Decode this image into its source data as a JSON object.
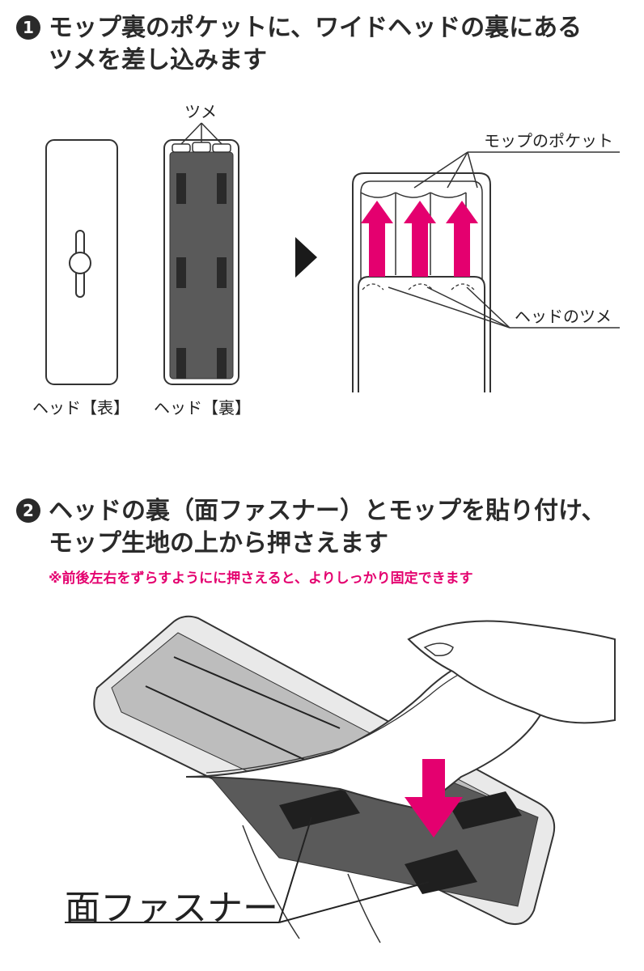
{
  "step1": {
    "number": "1",
    "line1": "モップ裏のポケットに、ワイドヘッドの裏にある",
    "line2": "ツメを差し込みます",
    "labels": {
      "tsume": "ツメ",
      "head_front": "ヘッド【表】",
      "head_back": "ヘッド【裏】",
      "mop_pocket": "モップのポケット",
      "head_tsume": "ヘッドのツメ"
    }
  },
  "step2": {
    "number": "2",
    "line1": "ヘッドの裏（面ファスナー）とモップを貼り付け、",
    "line2": "モップ生地の上から押さえます",
    "note": "※前後左右をずらすようにに押さえると、よりしっかり固定できます",
    "labels": {
      "fastener": "面ファスナー"
    }
  },
  "colors": {
    "accent": "#e4006f",
    "dark_gray": "#555555",
    "light_gray": "#bfbfbf"
  }
}
